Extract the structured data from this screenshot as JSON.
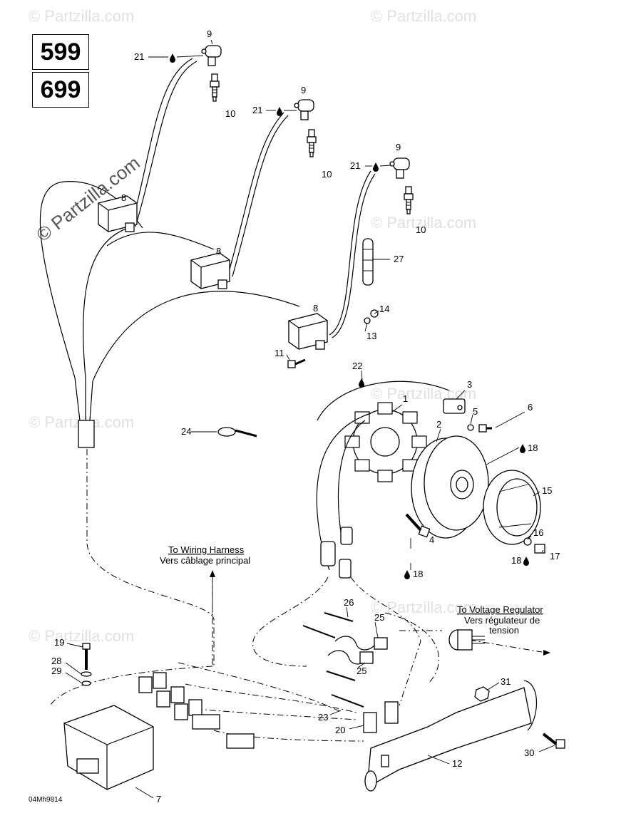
{
  "models": [
    "599",
    "699"
  ],
  "watermark": "© Partzilla.com",
  "drawing_code": "04Mh9814",
  "notes": {
    "wiring_harness": [
      "To Wiring Harness",
      "Vers câblage principal"
    ],
    "voltage_regulator": [
      "To Voltage Regulator",
      "Vers régulateur de",
      "tension"
    ]
  },
  "callouts": {
    "c9a": "9",
    "c21a": "21",
    "c10a": "10",
    "c9b": "9",
    "c21b": "21",
    "c10b": "10",
    "c9c": "9",
    "c21c": "21",
    "c10c": "10",
    "c8a": "8",
    "c8b": "8",
    "c8c": "8",
    "c27": "27",
    "c14": "14",
    "c13": "13",
    "c11": "11",
    "c22": "22",
    "c1": "1",
    "c3": "3",
    "c5": "5",
    "c6": "6",
    "c2": "2",
    "c18a": "18",
    "c15": "15",
    "c24": "24",
    "c4": "4",
    "c16": "16",
    "c17": "17",
    "c18b": "18",
    "c18c": "18",
    "c26": "26",
    "c25a": "25",
    "c25b": "25",
    "c19": "19",
    "c28": "28",
    "c29": "29",
    "c23": "23",
    "c20": "20",
    "c31": "31",
    "c12": "12",
    "c30": "30",
    "c7": "7"
  },
  "icons": [
    "drop-icon",
    "spark-plug-icon",
    "ignition-coil-icon",
    "stator-icon",
    "flywheel-icon"
  ]
}
